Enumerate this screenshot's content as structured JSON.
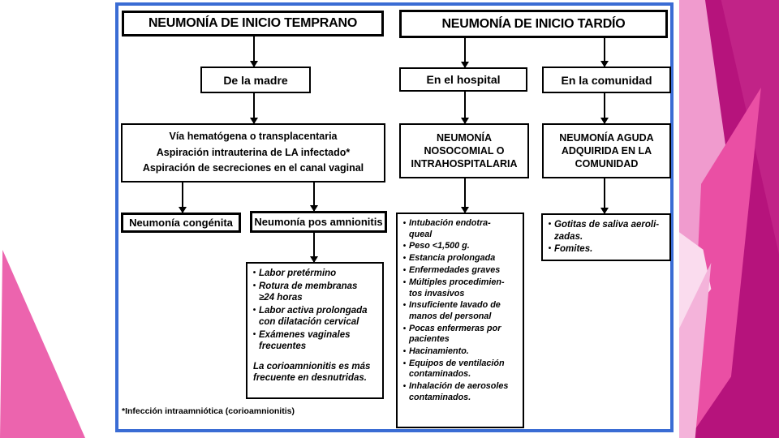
{
  "slide": {
    "early": {
      "header": "NEUMONÍA DE INICIO TEMPRANO",
      "source_box": "De la madre",
      "mechanism_lines": [
        "Vía hematógena o transplacentaria",
        "Aspiración intrauterina de LA infectado*",
        "Aspiración de secreciones en el canal vaginal"
      ],
      "outcome_left": "Neumonía congénita",
      "outcome_right": "Neumonía pos amnionitis",
      "amnionitis_factors": [
        "Labor pretérmino",
        "Rotura de membranas\n≥24 horas",
        "Labor activa prolongada\ncon dilatación cervical",
        "Exámenes vaginales\nfrecuentes"
      ],
      "amnionitis_note": "La corioamnionitis es más\nfrecuente en desnutridas."
    },
    "late": {
      "header": "NEUMONÍA DE INICIO TARDÍO",
      "hospital_box": "En el hospital",
      "community_box": "En la comunidad",
      "nosocomial_title": "NEUMONÍA\nNOSOCOMIAL O\nINTRAHOSPITALARIA",
      "community_title": "NEUMONÍA AGUDA\nADQUIRIDA EN LA\nCOMUNIDAD",
      "nosocomial_factors": [
        "Intubación endotra-\nqueal",
        "Peso <1,500 g.",
        "Estancia prolongada",
        "Enfermedades graves",
        "Múltiples procedimien-\ntos invasivos",
        "Insuficiente lavado de\nmanos del personal",
        "Pocas enfermeras por\npacientes",
        "Hacinamiento.",
        "Equipos de ventilación\ncontaminados.",
        "Inhalación de aerosoles\ncontaminados."
      ],
      "community_factors": [
        "Gotitas de saliva aeroli-\nzadas.",
        "Fomites."
      ]
    },
    "footnote": "*Infección intraamniótica (corioamnionitis)"
  },
  "colors": {
    "slide_frame_blue": "#3a6cd4",
    "background_magenta_dark": "#b6137c",
    "background_magenta_facet": "#c12387",
    "background_pink_medium": "#ea4fa4",
    "background_pink_light": "#f09bce",
    "background_pink_verylight": "#fadcee",
    "wedge_pink": "#ec64ae",
    "box_border": "#000000",
    "box_fill": "#ffffff"
  }
}
